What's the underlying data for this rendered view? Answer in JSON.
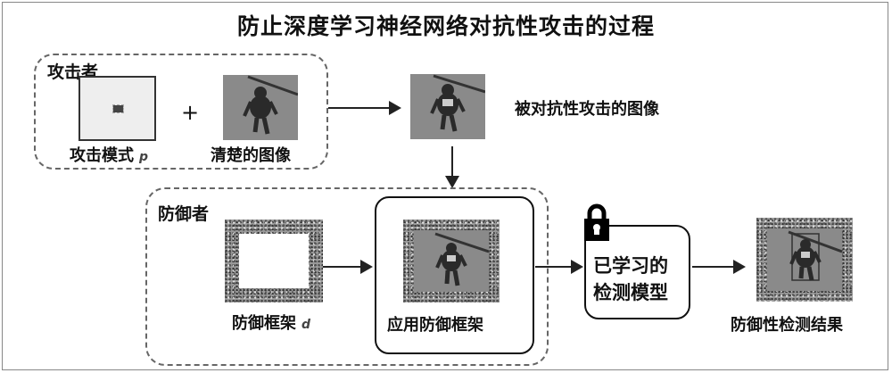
{
  "title": "防止深度学习神经网络对抗性攻击的过程",
  "attacker": {
    "group_label": "攻击者",
    "pattern_label": "攻击模式",
    "pattern_var": "p",
    "plus": "+",
    "clean_image_label": "清楚的图像"
  },
  "adversarial_image_label": "被对抗性攻击的图像",
  "defender": {
    "group_label": "防御者",
    "frame_label": "防御框架",
    "frame_var": "d",
    "apply_label": "应用防御框架"
  },
  "model": {
    "line1": "已学习的",
    "line2": "检测模型",
    "icon": "lock-icon"
  },
  "result_label": "防御性检测结果",
  "colors": {
    "stroke": "#222222",
    "dashed": "#666666",
    "photo": "#8a8a8a"
  }
}
